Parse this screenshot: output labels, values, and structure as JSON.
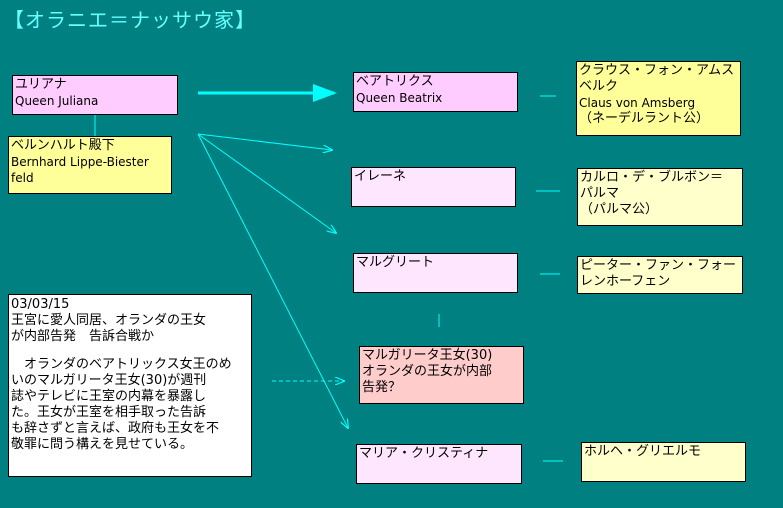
{
  "title": "【オラニエ＝ナッサウ家】",
  "juliana": {
    "name": "ユリアナ",
    "en": "Queen Juliana"
  },
  "bernhard": {
    "name": "ベルンハルト殿下",
    "en_line1": "Bernhard Lippe-Biester",
    "en_line2": "feld"
  },
  "beatrix": {
    "name": "ベアトリクス",
    "en": "Queen Beatrix"
  },
  "claus": {
    "line1": "クラウス・フォン・アムス",
    "line2": "ベルク",
    "line3": "Claus von Amsberg",
    "line4": "（ネーデルラント公）"
  },
  "irene": {
    "name": "イレーネ"
  },
  "carlos": {
    "line1": "カルロ・デ・ブルボン＝",
    "line2": "パルマ",
    "line3": "（パルマ公）"
  },
  "margriet": {
    "name": "マルグリート"
  },
  "pieter": {
    "line1": "ピーター・ファン・フォー",
    "line2": "レンホーフェン"
  },
  "margarita": {
    "line1": "マルガリータ王女(30)",
    "line2": "オランダの王女が内部",
    "line3": "告発？"
  },
  "christina": {
    "name": "マリア・クリスティナ"
  },
  "jorge": {
    "name": "ホルヘ・グリエルモ"
  },
  "news": {
    "date": "03/03/15",
    "headline1": "王宮に愛人同居、オランダの王女",
    "headline2": "が内部告発　告訴合戦か",
    "body1": "　オランダのベアトリックス女王のめ",
    "body2": "いのマルガリータ王女(30)が週刊",
    "body3": "誌やテレビに王室の内幕を暴露し",
    "body4": "た。王女が王室を相手取った告訴",
    "body5": "も辞さずと言えば、政府も王女を不",
    "body6": "敬罪に問う構えを見せている。"
  },
  "colors": {
    "background": "#008080",
    "arrow": "#00ffff",
    "title": "#66ffff"
  }
}
